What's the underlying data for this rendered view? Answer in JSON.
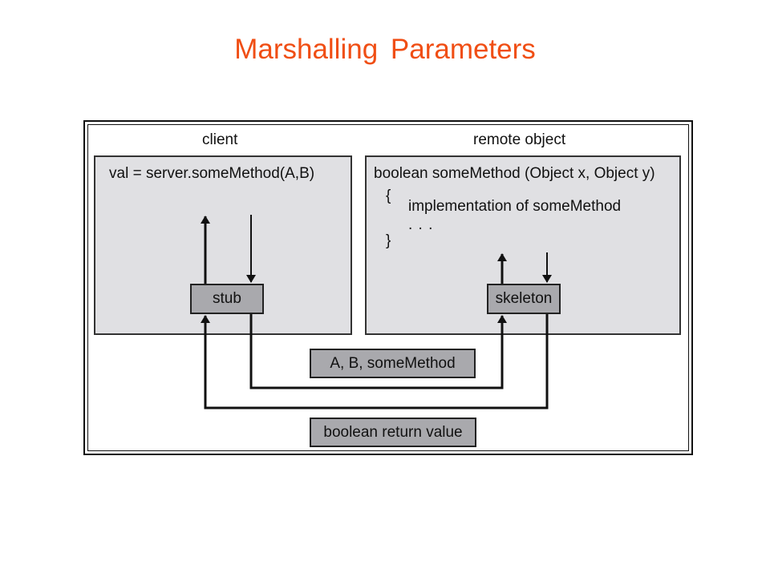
{
  "title": "Marshalling Parameters",
  "client": {
    "heading": "client",
    "call_text": "val = server.someMethod(A,B)",
    "stub_label": "stub"
  },
  "remote": {
    "heading": "remote object",
    "signature": "boolean someMethod (Object x, Object y)",
    "open_brace": "{",
    "impl_text": "implementation of someMethod",
    "ellipsis": ". . .",
    "close_brace": "}",
    "skeleton_label": "skeleton"
  },
  "messages": {
    "request": "A, B, someMethod",
    "response": "boolean return value"
  },
  "colors": {
    "title": "#f04e14",
    "panel": "#e0e0e3",
    "box": "#a9a9ad"
  }
}
